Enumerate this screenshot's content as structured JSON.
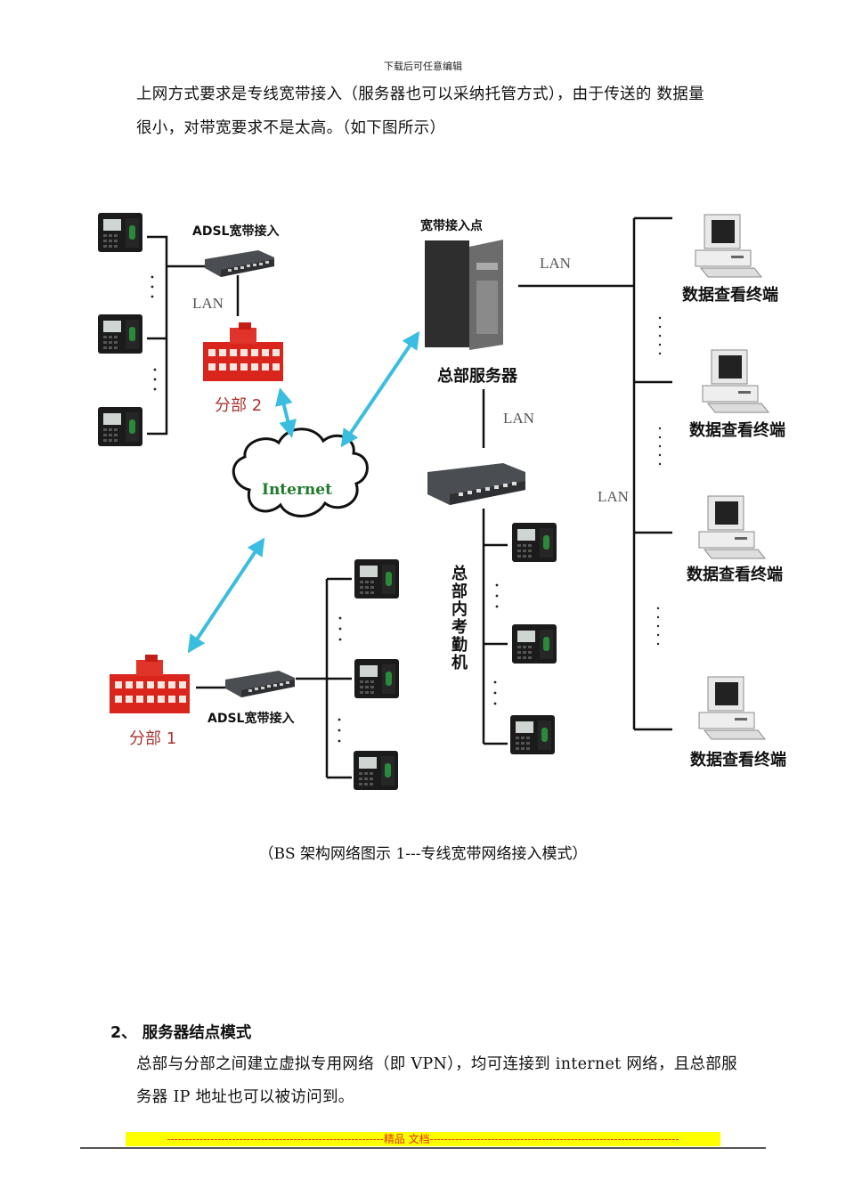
{
  "header": {
    "note": "下载后可任意编辑"
  },
  "intro": {
    "line1": "上网方式要求是专线宽带接入（服务器也可以采纳托管方式），由于传送的 数据量",
    "line2": "很小，对带宽要求不是太高。（如下图所示）"
  },
  "diagram": {
    "branch2": {
      "adsl_label": "ADSL宽带接入",
      "lan_label": "LAN",
      "name": "分部 2"
    },
    "branch1": {
      "adsl_label": "ADSL宽带接入",
      "name": "分部 1"
    },
    "hq": {
      "access_point_label": "宽带接入点",
      "server_label": "总部服务器",
      "lan_to_terminals": "LAN",
      "lan_to_switch": "LAN",
      "lan_terminal_bus": "LAN",
      "attendance_label": "总部内考勤机"
    },
    "cloud_label": "Internet",
    "terminals": [
      "数据查看终端",
      "数据查看终端",
      "数据查看终端",
      "数据查看终端"
    ],
    "colors": {
      "link": "#3bbde0",
      "building": "#d9251c",
      "cloud_text": "#1f7a2c",
      "footer_band": "#ffff00",
      "footer_text": "#e03000"
    }
  },
  "caption": "（BS 架构网络图示 1---专线宽带网络接入模式）",
  "section2": {
    "heading": "2、 服务器结点模式",
    "line1": "总部与分部之间建立虚拟专用网络（即 VPN），均可连接到 internet 网络，且总部服",
    "line2": "务器 IP 地址也可以被访问到。"
  },
  "footer": {
    "text": "------------------------------------------------------------精品  文档---------------------------------------------------------------------"
  }
}
